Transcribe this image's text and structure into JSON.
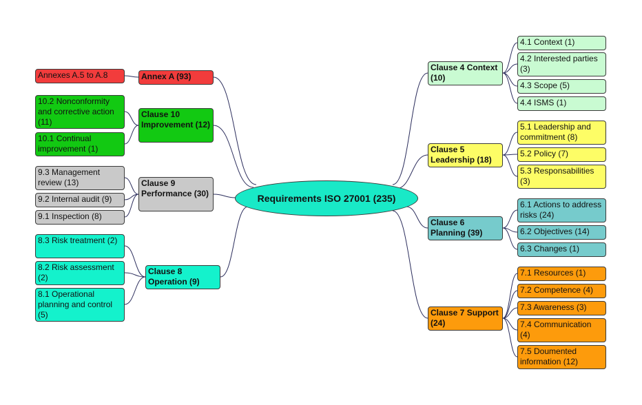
{
  "root": "Requirements ISO 27001 (235)",
  "colors": {
    "line": "#2b2d5c",
    "annex": "#f23c3c",
    "clause10": "#12c912",
    "clause9": "#c9c9c9",
    "clause8": "#14f2cc",
    "clause4": "#c9fbd2",
    "clause5": "#fdfd66",
    "clause6": "#76cbcc",
    "clause7": "#fd9b0c"
  },
  "annex_a": {
    "label": "Annex A (93)",
    "children": [
      "Annexes A.5 to A.8"
    ]
  },
  "clause10": {
    "label": "Clause 10 Improvement (12)",
    "children": [
      "10.2 Nonconformity and corrective action (11)",
      "10.1 Continual improvement (1)"
    ]
  },
  "clause9": {
    "label": "Clause 9 Performance (30)",
    "children": [
      "9.3 Management review (13)",
      "9.2 Internal audit (9)",
      "9.1 Inspection (8)"
    ]
  },
  "clause8": {
    "label": "Clause 8 Operation (9)",
    "children": [
      "8.3 Risk treatment (2)",
      "8.2 Risk assessment (2)",
      "8.1 Operational planning and control (5)"
    ]
  },
  "clause4": {
    "label": "Clause 4 Context (10)",
    "children": [
      "4.1 Context (1)",
      "4.2 Interested parties (3)",
      "4.3 Scope (5)",
      "4.4 ISMS (1)"
    ]
  },
  "clause5": {
    "label": "Clause 5 Leadership (18)",
    "children": [
      "5.1 Leadership and commitment (8)",
      "5.2 Policy (7)",
      "5.3 Responsabilities (3)"
    ]
  },
  "clause6": {
    "label": "Clause 6 Planning (39)",
    "children": [
      "6.1 Actions to address risks (24)",
      "6.2 Objectives (14)",
      "6.3 Changes (1)"
    ]
  },
  "clause7": {
    "label": "Clause 7 Support (24)",
    "children": [
      "7.1 Resources (1)",
      "7.2 Competence (4)",
      "7.3 Awareness (3)",
      "7.4 Communication (4)",
      "7.5 Doumented information (12)"
    ]
  }
}
